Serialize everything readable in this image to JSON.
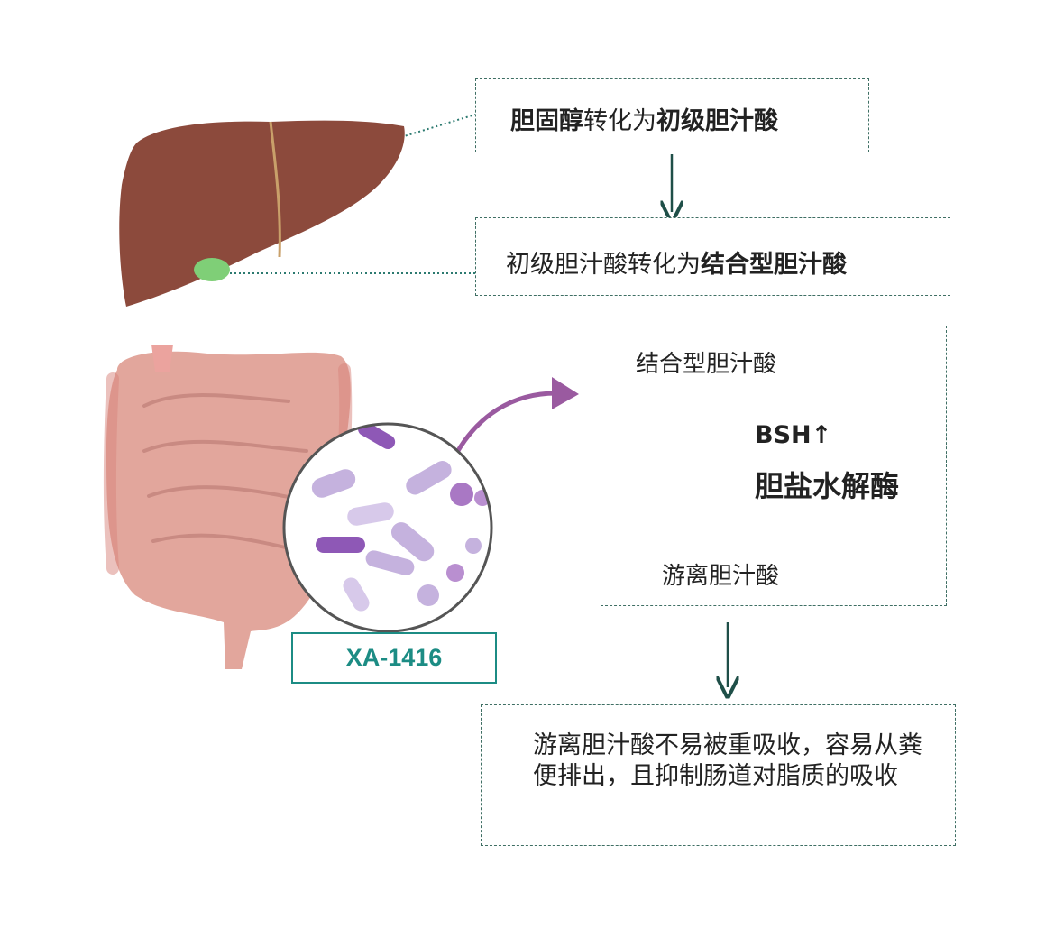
{
  "liver_box": {
    "part1": "胆固醇",
    "part2": "转化为",
    "part3": "初级胆汁酸"
  },
  "gallbladder_box": {
    "part1": "初级胆汁酸转化为",
    "part2": "结合型胆汁酸"
  },
  "intestine_box": {
    "top_label": "结合型胆汁酸",
    "enzyme_abbr": "BSH↑",
    "enzyme_name": "胆盐水解酶",
    "bottom_label": "游离胆汁酸"
  },
  "result_box": {
    "text": "游离胆汁酸不易被重吸收，容易从粪便排出，且抑制肠道对脂质的吸收"
  },
  "strain_label": "XA-1416",
  "colors": {
    "box_border": "#3f6f64",
    "arrow": "#1f4f48",
    "strain": "#1c8c84",
    "liver": "#8c4a3c",
    "intestine": "#e2a69c",
    "bacteria": "#c5b2de",
    "curved_arrow": "#9a5aa0"
  },
  "icons": [
    "liver-icon",
    "gallbladder-icon",
    "intestine-icon",
    "magnifier-bacteria-icon"
  ]
}
